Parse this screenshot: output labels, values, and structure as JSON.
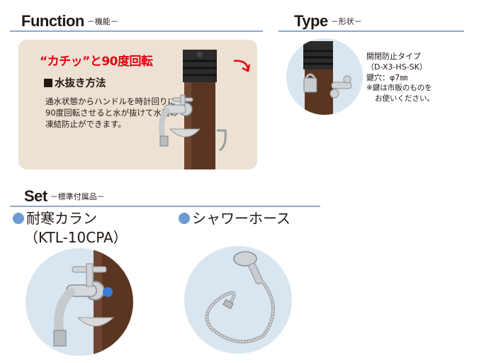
{
  "function_section": {
    "title": "Function",
    "subtitle": "－機能－",
    "catch_phrase": "“カチッ”と90度回転",
    "method_title": "水抜き方法",
    "method_body": "通水状態からハンドルを時計回りに90度回転させると水が抜けて水道の凍結防止ができます。"
  },
  "type_section": {
    "title": "Type",
    "subtitle": "－形状－",
    "name": "開閉防止タイプ",
    "model": "（D-X3-HS-SK）",
    "keyhole": "鍵穴：φ7㎜",
    "note_line1": "※鍵は市販のものを",
    "note_line2": "お使いください。"
  },
  "set_section": {
    "title": "Set",
    "subtitle": "－標準付属品－",
    "item1_name": "耐寒カラン",
    "item1_model": "（KTL-10CPA）",
    "item2_name": "シャワーホース"
  },
  "colors": {
    "accent_line": "#8fa9cc",
    "bullet": "#6d9bd1",
    "catch_red": "#e60012",
    "panel_beige": "#ece1d3",
    "wood": "#5a3622"
  },
  "icons": [
    "rotate-arrow-icon",
    "faucet-icon",
    "padlock-icon",
    "hose-icon"
  ]
}
